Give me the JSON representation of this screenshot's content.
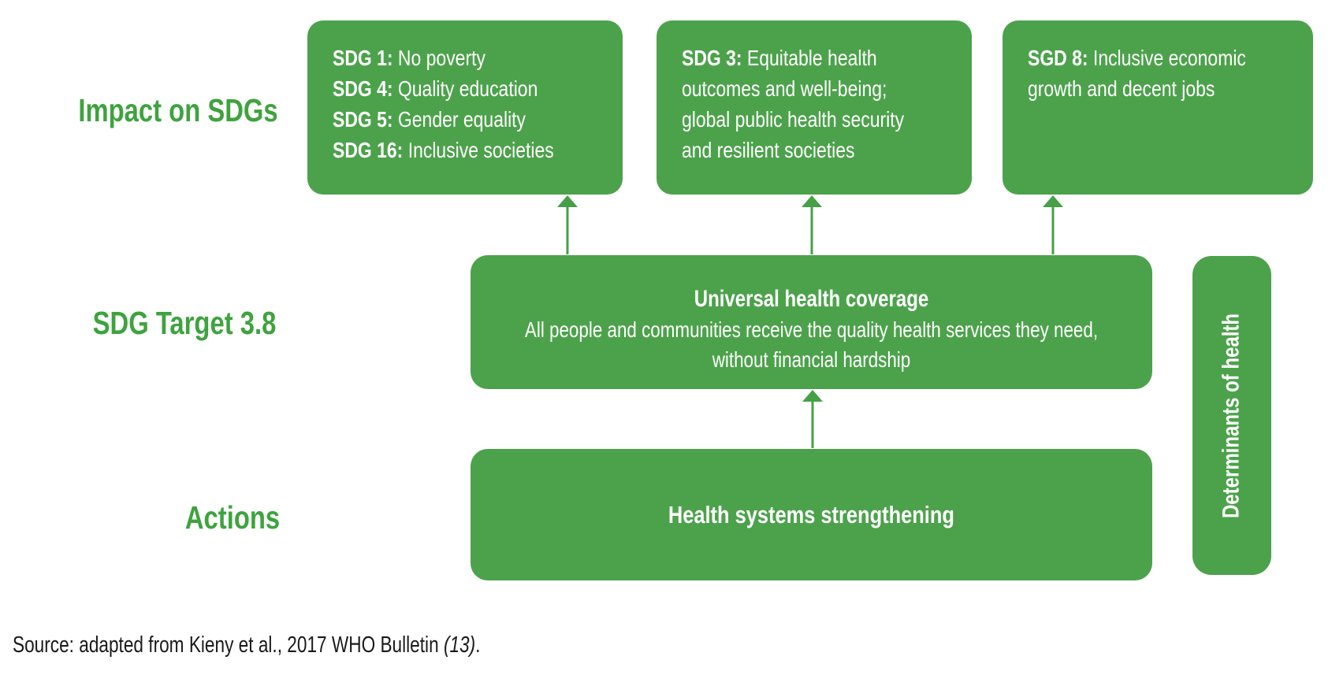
{
  "colors": {
    "box_green": "#4CA24B",
    "arrow_green": "#45A046",
    "label_green": "#3EA33E",
    "box_text": "#FFFFFF",
    "source_text": "#1A1A1A"
  },
  "row_labels": {
    "impact": "Impact on SDGs",
    "target": "SDG Target 3.8",
    "actions": "Actions"
  },
  "impact_boxes": [
    {
      "lines": [
        {
          "label": "SDG 1:",
          "text": " No poverty"
        },
        {
          "label": "SDG 4:",
          "text": " Quality education"
        },
        {
          "label": "SDG 5:",
          "text": " Gender equality"
        },
        {
          "label": "SDG 16:",
          "text": " Inclusive societies"
        }
      ]
    },
    {
      "lines": [
        {
          "label": "SDG 3:",
          "text": " Equitable health"
        },
        {
          "label": "",
          "text": "outcomes and well-being;"
        },
        {
          "label": "",
          "text": "global public health security"
        },
        {
          "label": "",
          "text": "and resilient societies"
        }
      ]
    },
    {
      "lines": [
        {
          "label": "SGD 8:",
          "text": " Inclusive economic"
        },
        {
          "label": "",
          "text": "growth and decent jobs"
        }
      ]
    }
  ],
  "uhc_box": {
    "title": "Universal health coverage",
    "body_line1": "All people and communities receive the quality health services they need,",
    "body_line2": "without financial hardship"
  },
  "actions_box": {
    "title": "Health systems strengthening"
  },
  "determinants_box": {
    "title": "Determinants of health"
  },
  "source": {
    "prefix": "Source: adapted from Kieny et al., 2017 WHO Bulletin ",
    "italic": "(13)",
    "suffix": "."
  }
}
